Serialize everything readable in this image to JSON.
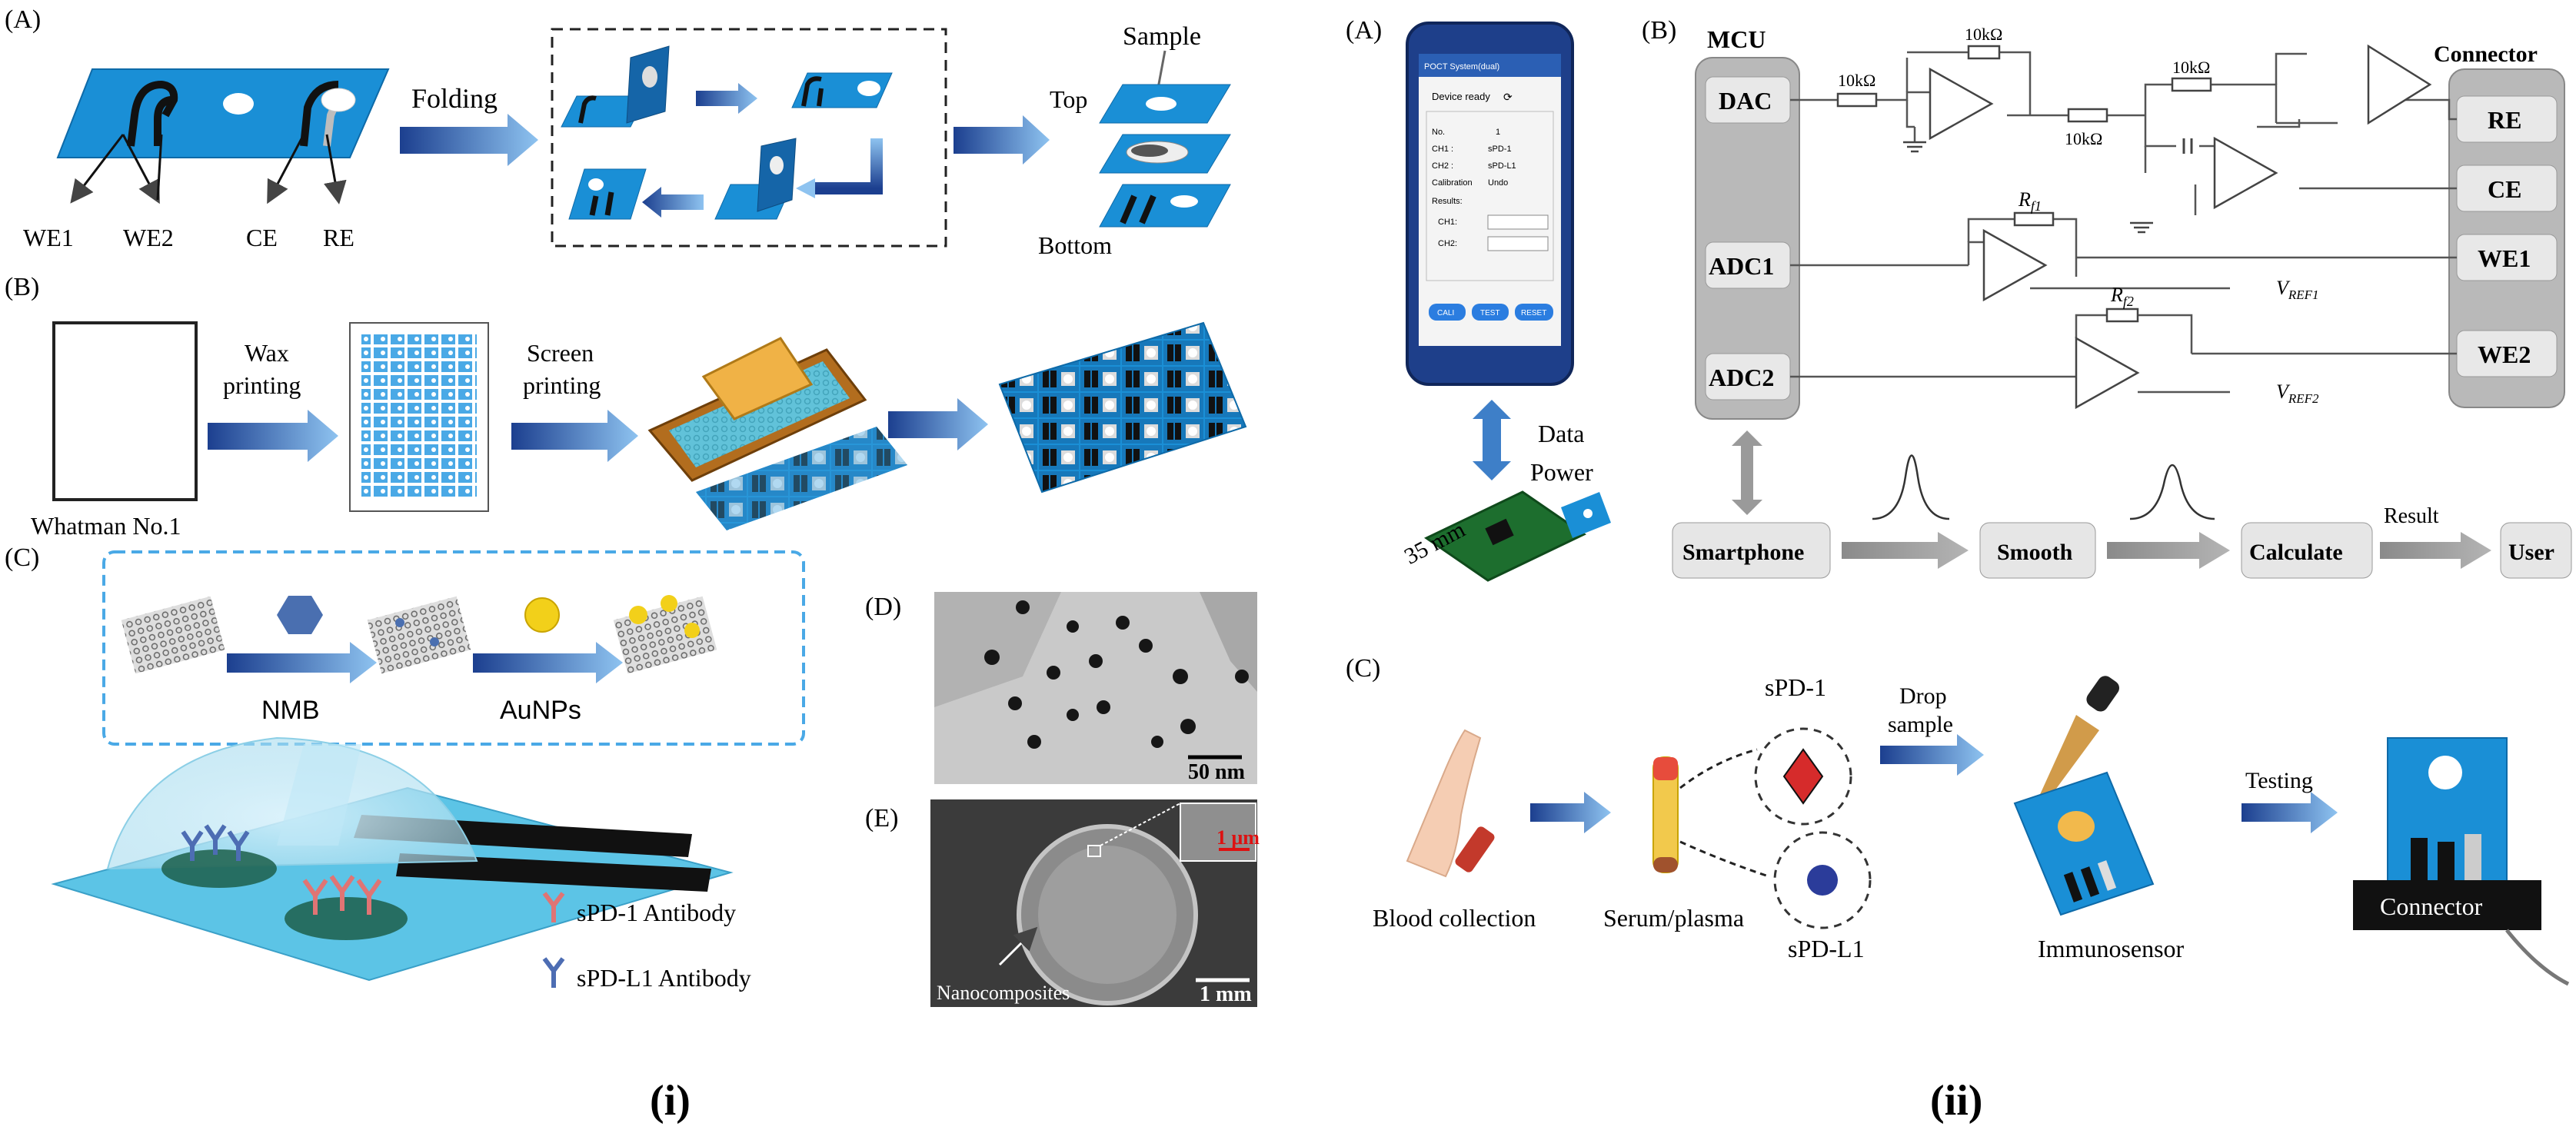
{
  "left_figure": {
    "caption": "(i)",
    "panel_a": {
      "label": "(A)",
      "electrodes": [
        "WE1",
        "WE2",
        "CE",
        "RE"
      ],
      "step_label": "Folding",
      "stack_labels": {
        "sample": "Sample",
        "top": "Top",
        "bottom": "Bottom"
      }
    },
    "panel_b": {
      "label": "(B)",
      "paper_label": "Whatman No.1",
      "step1_label": "Wax\nprinting",
      "step2_label": "Screen\nprinting"
    },
    "panel_c": {
      "label": "(C)",
      "step1_label": "NMB",
      "step2_label": "AuNPs",
      "legend": [
        "sPD-1 Antibody",
        "sPD-L1 Antibody"
      ]
    },
    "panel_d": {
      "label": "(D)",
      "scale_bar": "50 nm"
    },
    "panel_e": {
      "label": "(E)",
      "scale_bar": "1 mm",
      "inset_scale": "1 μm",
      "annotation": "Nanocomposites"
    }
  },
  "right_figure": {
    "caption": "(ii)",
    "panel_a": {
      "label": "(A)",
      "link_label_1": "Data",
      "link_label_2": "Power",
      "dimension": "35 mm",
      "phone_screen": {
        "title": "POCT System(dual)",
        "status": "Device ready",
        "rows": [
          {
            "key": "No.",
            "value": "1"
          },
          {
            "key": "CH1 :",
            "value": "sPD-1"
          },
          {
            "key": "CH2 :",
            "value": "sPD-L1"
          },
          {
            "key": "Calibration",
            "value": "Undo"
          }
        ],
        "results_label": "Results:",
        "result_fields": [
          "CH1:",
          "CH2:"
        ],
        "buttons": [
          "CALI",
          "TEST",
          "RESET"
        ]
      }
    },
    "panel_b": {
      "label": "(B)",
      "mcu_label": "MCU",
      "mcu_ports": [
        "DAC",
        "ADC1",
        "ADC2"
      ],
      "connector_label": "Connector",
      "connector_ports": [
        "RE",
        "CE",
        "WE1",
        "WE2"
      ],
      "resistors": [
        "10kΩ",
        "10kΩ",
        "10kΩ",
        "10kΩ"
      ],
      "feedback_resistors": [
        "R",
        "R"
      ],
      "feedback_sub": "f1",
      "feedback_sub2": "f2",
      "vref_1": "V",
      "vref_1_sub": "REF1",
      "vref_2": "V",
      "vref_2_sub": "REF2",
      "flow": [
        "Smartphone",
        "Smooth",
        "Calculate",
        "User"
      ],
      "result_label": "Result"
    },
    "panel_c": {
      "label": "(C)",
      "steps": [
        "Blood collection",
        "Serum/plasma",
        "Immunosensor"
      ],
      "markers": [
        "sPD-1",
        "sPD-L1"
      ],
      "arrow_label_1": "Drop\nsample",
      "arrow_label_2": "Testing",
      "connector_label": "Connector"
    }
  },
  "colors": {
    "electrode_blue": "#1a8fd6",
    "arrow_blue": "#3e7fc8",
    "mcu_gray": "#b9b9b9",
    "phone_blue": "#1e3f8a",
    "accent_gold": "#f2c94c"
  }
}
